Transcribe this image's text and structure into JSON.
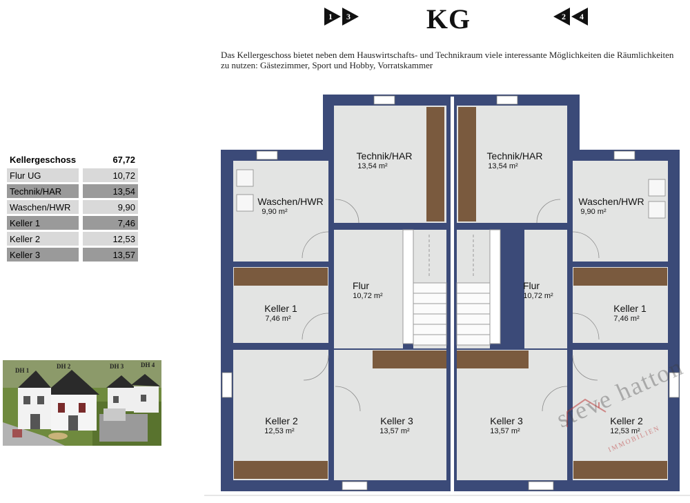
{
  "nav": {
    "left": [
      "1",
      "3"
    ],
    "right": [
      "2",
      "4"
    ]
  },
  "header": {
    "title": "KG",
    "description": "Das Kellergeschoss bietet neben dem Hauswirtschafts- und Technikraum viele interessante Möglichkeiten die Räumlichkeiten zu nutzen: Gästezimmer, Sport und Hobby, Vorratskammer"
  },
  "area_table": {
    "header": {
      "label": "Kellergeschoss",
      "value": "67,72"
    },
    "rows": [
      {
        "label": "Flur UG",
        "value": "10,72"
      },
      {
        "label": "Technik/HAR",
        "value": "13,54"
      },
      {
        "label": "Waschen/HWR",
        "value": "9,90"
      },
      {
        "label": "Keller 1",
        "value": "7,46"
      },
      {
        "label": "Keller 2",
        "value": "12,53"
      },
      {
        "label": "Keller 3",
        "value": "13,57"
      }
    ]
  },
  "thumbnail": {
    "labels": [
      "DH 1",
      "DH 2",
      "DH 3",
      "DH 4"
    ]
  },
  "floorplan": {
    "rooms": [
      {
        "name": "Technik/HAR",
        "area": "13,54 m²"
      },
      {
        "name": "Waschen/HWR",
        "area": "9,90 m²"
      },
      {
        "name": "Flur",
        "area": "10,72 m²"
      },
      {
        "name": "Keller 1",
        "area": "7,46 m²"
      },
      {
        "name": "Keller 2",
        "area": "12,53 m²"
      },
      {
        "name": "Keller 3",
        "area": "13,57 m²"
      }
    ],
    "colors": {
      "wall": "#3b4a78",
      "floor": "#e3e4e3",
      "wood": "#7a5a3e"
    }
  },
  "watermark": {
    "text": "steve hatton",
    "sub": "IMMOBILIEN"
  }
}
